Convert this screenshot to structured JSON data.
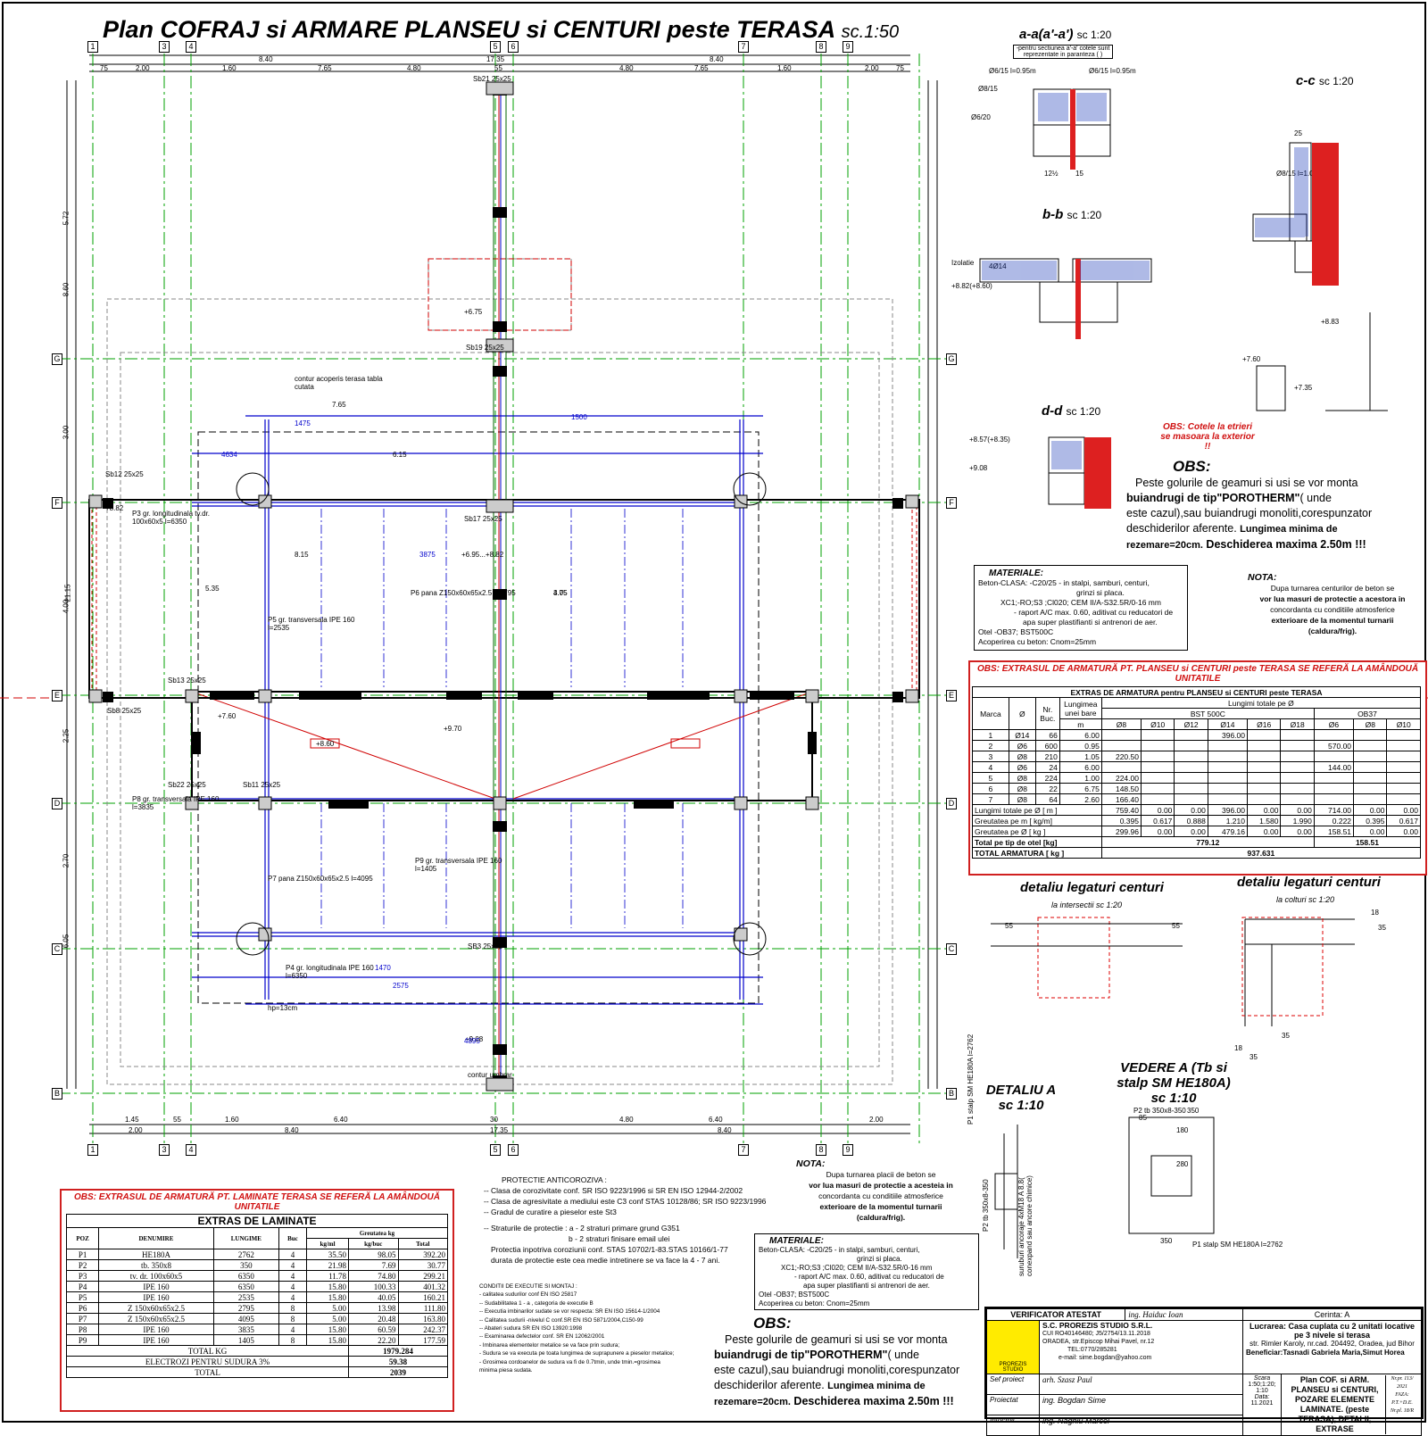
{
  "title": {
    "main": "Plan COFRAJ si ARMARE PLANSEU si CENTURI peste TERASA",
    "scale": "sc.1:50"
  },
  "plan": {
    "top_axis": [
      "1",
      "3",
      "4",
      "5",
      "6",
      "7",
      "8",
      "9"
    ],
    "side_axis": [
      "G",
      "F",
      "E",
      "D",
      "C",
      "B"
    ],
    "top_dims_row1": [
      "8.40",
      "17.35",
      "8.40"
    ],
    "top_dims_row2": [
      "75",
      "2.00",
      "1.60",
      "7.65",
      "4.80",
      "55",
      "4.80",
      "7.65",
      "1.60",
      "2.00",
      "75"
    ],
    "bottom_dims": [
      "1.45",
      "55",
      "1.60",
      "6.40",
      "30",
      "4.80",
      "6.40",
      "2.00"
    ],
    "bottom_dims_row2": [
      "2.00",
      "8.40",
      "17.35",
      "8.40"
    ],
    "left_dims": [
      "8.60",
      "3.00",
      "21.15",
      "4.00",
      "2.25",
      "6.05",
      "2.70",
      "5.72"
    ],
    "labels": [
      "Sb21 25x25",
      "Sb19 25x25",
      "Sb17 25x25",
      "Sb12 25x25",
      "Sb13 25x25",
      "Sb8 25x25",
      "Sb22 25x25",
      "Sb11 25x25",
      "SB3 25x25",
      "contur umbrar",
      "contur acoperis terasa tabla cutata",
      "P4 gr. longitudinala IPE 160 l=6350",
      "P3 gr. longitudinala tv.dr. 100x60x5 l=6350",
      "P8 gr. transversala IPE 160 l=3835",
      "P5 gr. transversala IPE 160 l=2535",
      "P7 pana Z150x60x65x2.5 l=4095",
      "P6 pana Z150x60x65x2.5 l=2795",
      "P9 gr. transversala IPE 160 l=1405",
      "hp=13cm",
      "+8.60",
      "+6.75",
      "+9.08",
      "+9.70",
      "+7.60",
      "+8.82",
      "+6.95...+8.82",
      "4895",
      "1500",
      "1475",
      "4634",
      "6.15",
      "7.65",
      "8.15",
      "3875",
      "3.75",
      "5.35",
      "4.05",
      "2575",
      "1470"
    ]
  },
  "sections": {
    "aa": {
      "name": "a-a(a'-a')",
      "scale": "sc 1:20",
      "note": "-pentru sectiunea a'-a' cotele sunt reprezentate in paranteza ( )"
    },
    "bb": {
      "name": "b-b",
      "scale": "sc 1:20"
    },
    "cc": {
      "name": "c-c",
      "scale": "sc 1:20"
    },
    "dd": {
      "name": "d-d",
      "scale": "sc 1:20"
    },
    "labels": [
      "Ø6/15 l=0.95m",
      "4Ø14",
      "Ø8/15",
      "Ø6/20",
      "Izolatie",
      "+8.82(+8.60)",
      "+8.57(+8.35)",
      "+9.08",
      "+8.83",
      "+7.60",
      "+7.35",
      "Ø8/15 l=1.05m",
      "Ø6/15 l=0.95m",
      "25",
      "12½",
      "15"
    ]
  },
  "obs_cotele": {
    "label": "OBS:",
    "text": "Cotele la etrieri se masoara la exterior !!"
  },
  "obs_right": {
    "label": "OBS:",
    "line1": "Peste golurile de geamuri si usi se vor monta",
    "line2a": "buiandrugi de tip\"POROTHERM\"",
    "line2b": "( unde",
    "line3": "este cazul),sau buiandrugi monoliti,corespunzator",
    "line4a": "deschiderilor aferente.",
    "line4b": "Lungimea minima de",
    "line5a": "rezemare=20cm.",
    "line5b": "Deschiderea maxima 2.50m !!!"
  },
  "materiale": {
    "title": "MATERIALE:",
    "lines": [
      "Beton-CLASA:  -C20/25 - in stalpi, samburi, centuri,",
      "grinzi si placa.",
      "XC1;-RO;S3 ;Cl020; CEM II/A-S32.5R/0-16 mm",
      "- raport A/C max. 0.60, aditivat cu reducatori de",
      "apa super plastifianti si antrenori de aer.",
      "Otel -OB37;  BST500C",
      "Acoperirea cu beton: Cnom=25mm"
    ]
  },
  "nota": {
    "title": "NOTA:",
    "lines": [
      "Dupa turnarea centurilor de beton se",
      "vor lua masuri de protectie a acestora in",
      "concordanta cu conditiile atmosferice",
      "exterioare de la momentul turnarii",
      "(caldura/frig)."
    ]
  },
  "extras_armatura": {
    "obs": "OBS: EXTRASUL DE ARMATURĂ PT.  PLANSEU si CENTURI peste TERASA SE REFERĂ LA AMÂNDOUĂ UNITATILE",
    "title": "EXTRAS DE ARMATURA pentru PLANSEU si CENTURI peste TERASA",
    "h_marca": "Marca",
    "h_diam": "Ø",
    "h_nr": "Nr. Buc.",
    "h_lung": "Lungimea unei bare",
    "h_m": "m",
    "h_lungtot": "Lungimi totale pe Ø",
    "h_bst": "BST 500C",
    "h_ob": "OB37",
    "cols": [
      "Ø8",
      "Ø10",
      "Ø12",
      "Ø14",
      "Ø16",
      "Ø18",
      "Ø6",
      "Ø8",
      "Ø10"
    ],
    "rows": [
      [
        "1",
        "Ø14",
        "66",
        "6.00",
        "",
        "",
        "",
        "396.00",
        "",
        "",
        "",
        "",
        ""
      ],
      [
        "2",
        "Ø6",
        "600",
        "0.95",
        "",
        "",
        "",
        "",
        "",
        "",
        "570.00",
        "",
        ""
      ],
      [
        "3",
        "Ø8",
        "210",
        "1.05",
        "220.50",
        "",
        "",
        "",
        "",
        "",
        "",
        "",
        ""
      ],
      [
        "4",
        "Ø6",
        "24",
        "6.00",
        "",
        "",
        "",
        "",
        "",
        "",
        "144.00",
        "",
        ""
      ],
      [
        "5",
        "Ø8",
        "224",
        "1.00",
        "224.00",
        "",
        "",
        "",
        "",
        "",
        "",
        "",
        ""
      ],
      [
        "6",
        "Ø8",
        "22",
        "6.75",
        "148.50",
        "",
        "",
        "",
        "",
        "",
        "",
        "",
        ""
      ],
      [
        "7",
        "Ø8",
        "64",
        "2.60",
        "166.40",
        "",
        "",
        "",
        "",
        "",
        "",
        "",
        ""
      ]
    ],
    "totals": [
      {
        "label": "Lungimi totale pe Ø [ m ]",
        "v": [
          "759.40",
          "0.00",
          "0.00",
          "396.00",
          "0.00",
          "0.00",
          "714.00",
          "0.00",
          "0.00"
        ]
      },
      {
        "label": "Greutatea pe m [ kg/m]",
        "v": [
          "0.395",
          "0.617",
          "0.888",
          "1.210",
          "1.580",
          "1.990",
          "0.222",
          "0.395",
          "0.617"
        ]
      },
      {
        "label": "Greutatea pe Ø [ kg ]",
        "v": [
          "299.96",
          "0.00",
          "0.00",
          "479.16",
          "0.00",
          "0.00",
          "158.51",
          "0.00",
          "0.00"
        ]
      }
    ],
    "tip_label": "Total pe tip de otel [kg]",
    "tip_bst": "779.12",
    "tip_ob": "158.51",
    "total_label": "TOTAL ARMATURA [ kg ]",
    "total": "937.631"
  },
  "detaliu1": {
    "title": "detaliu legaturi centuri",
    "sub": "la intersectii sc 1:20",
    "dims": [
      "55",
      "55"
    ]
  },
  "detaliu2": {
    "title": "detaliu legaturi centuri",
    "sub": "la colturi sc 1:20",
    "dims": [
      "18",
      "35",
      "35",
      "18",
      "35"
    ]
  },
  "detaliu_a": {
    "title": "DETALIU A",
    "scale": "sc 1:10",
    "labels": [
      "P1 stalp SM HE180A l=2762",
      "P2 tb 350x8-350",
      "suruburi ancoraje 4xM18 A 8.8( conexpand sau ancore chimice)"
    ]
  },
  "vedere_a": {
    "title": "VEDERE A (Tb si stalp SM HE180A)",
    "scale": "sc 1:10",
    "labels": [
      "P2 tb 350x8-350",
      "P1 stalp SM HE180A l=2762",
      "350",
      "280",
      "85",
      "180",
      "350"
    ]
  },
  "laminate": {
    "obs": "OBS: EXTRASUL DE ARMATURĂ PT. LAMINATE TERASA SE REFERĂ LA AMÂNDOUĂ UNITATILE",
    "title": "EXTRAS DE LAMINATE",
    "h": [
      "POZ",
      "DENUMIRE",
      "LUNGIME",
      "Buc",
      "Greutatea kg",
      "kg/ml",
      "kg/buc",
      "Total"
    ],
    "rows": [
      [
        "P1",
        "HE180A",
        "2762",
        "4",
        "35.50",
        "98.05",
        "392.20"
      ],
      [
        "P2",
        "tb. 350x8",
        "350",
        "4",
        "21.98",
        "7.69",
        "30.77"
      ],
      [
        "P3",
        "tv. dr. 100x60x5",
        "6350",
        "4",
        "11.78",
        "74.80",
        "299.21"
      ],
      [
        "P4",
        "IPE 160",
        "6350",
        "4",
        "15.80",
        "100.33",
        "401.32"
      ],
      [
        "P5",
        "IPE 160",
        "2535",
        "4",
        "15.80",
        "40.05",
        "160.21"
      ],
      [
        "P6",
        "Z 150x60x65x2.5",
        "2795",
        "8",
        "5.00",
        "13.98",
        "111.80"
      ],
      [
        "P7",
        "Z 150x60x65x2.5",
        "4095",
        "8",
        "5.00",
        "20.48",
        "163.80"
      ],
      [
        "P8",
        "IPE 160",
        "3835",
        "4",
        "15.80",
        "60.59",
        "242.37"
      ],
      [
        "P9",
        "IPE 160",
        "1405",
        "8",
        "15.80",
        "22.20",
        "177.59"
      ]
    ],
    "total_kg_label": "TOTAL    KG",
    "total_kg": "1979.284",
    "electrozi_label": "ELECTROZI PENTRU SUDURA      3%",
    "electrozi": "59.38",
    "total_label": "TOTAL",
    "total": "2039"
  },
  "protectie": {
    "title": "PROTECTIE  ANTICOROZIVA :",
    "lines": [
      "-- Clasa de corozivitate conf. SR ISO 9223/1996 si SR EN ISO 12944-2/2002",
      "-- Clasa de agresivitate a mediului este C3 conf STAS 10128/86; SR ISO 9223/1996",
      "-- Gradul de curatire a pieselor este St3",
      "",
      "-- Straturile de protectie :  a - 2 straturi primare grund G351",
      "b - 2 straturi finisare email ulei",
      "Protectia inpotriva coroziunii conf. STAS 10702/1-83.STAS 10166/1-77",
      "durata de protectie este cea medie intretinere se va face la 4 - 7 ani."
    ]
  },
  "conditii": {
    "title": "CONDITII DE EXECUTIE SI MONTAJ :",
    "lines": [
      "- calitatea sudurilor conf  EN ISO 25817",
      "-- Sudabilitatea  1 - a , categoria de executie B",
      "-- Executia imbinarilor sudate se vor respecta:  SR EN ISO 15614-1/2004",
      "-- Calitatea sudurii  -nivelul C  conf.SR EN ISO 5871/2004,C150-99",
      "-- Abateri sudura SR EN ISO 13920:1998",
      "-- Examinarea defectelor conf. SR EN 12062/2001",
      "- Imbinarea elementelor metalice se va face prin sudura;",
      "- Sudura se va executa pe toata lungimea de suprapunere a pieselor metalice;",
      "- Grosimea cordoanelor de sudura va fi de 0.7tmin, unde tmin.=grosimea minima piesa sudata."
    ]
  },
  "nota_bottom": {
    "title": "NOTA:",
    "lines": [
      "Dupa turnarea placii de beton se",
      "vor lua masuri de protectie a acesteia in",
      "concordanta cu conditiile atmosferice",
      "exterioare de la momentul turnarii",
      "(caldura/frig)."
    ]
  },
  "title_block": {
    "verificator": "VERIFICATOR  ATESTAT",
    "verif_name": "ing. Haiduc Ioan",
    "cerinta": "Cerinta: A",
    "firm": "S.C. PROREZIS STUDIO S.R.L.",
    "firm_lines": [
      "CUI RO40146480; J5/2754/13.11.2018",
      "ORADEA, str.Episcop Mihai Pavel, nr.12",
      "TEL:0770/285281",
      "e-mail: sime.bogdan@yahoo.com"
    ],
    "logo_text": "PROREZIS STUDIO",
    "lucrarea": "Lucrarea: Casa cuplata cu 2 unitati locative pe 3 nivele si terasa",
    "adresa": "str. Rimler Karoly, nr.cad. 204492, Oradea, jud Bihor",
    "beneficiar": "Beneficiar:Tasnadi Gabriela Maria,Simut Horea",
    "roles": [
      {
        "role": "Sef proiect",
        "name": "arh. Szasz Paul"
      },
      {
        "role": "Proiectat",
        "name": "ing. Bogdan Sime"
      },
      {
        "role": "Intocmit",
        "name": "ing. Naghiu Marcel"
      }
    ],
    "scara_label": "Scara",
    "scara": "1:50;1:20; 1:10",
    "data_label": "Data:",
    "data": "11.2021",
    "plansa": "Plan COF. si ARM. PLANSEU si CENTURI, POZARE ELEMENTE LAMINATE. (peste TERASA), DETALII, EXTRASE",
    "nr_pr": "Nr.pr. 113/ 2021",
    "faza": "FAZA: P.T.+D.E.",
    "nr_pl": "Nr.pl. 18/R"
  }
}
